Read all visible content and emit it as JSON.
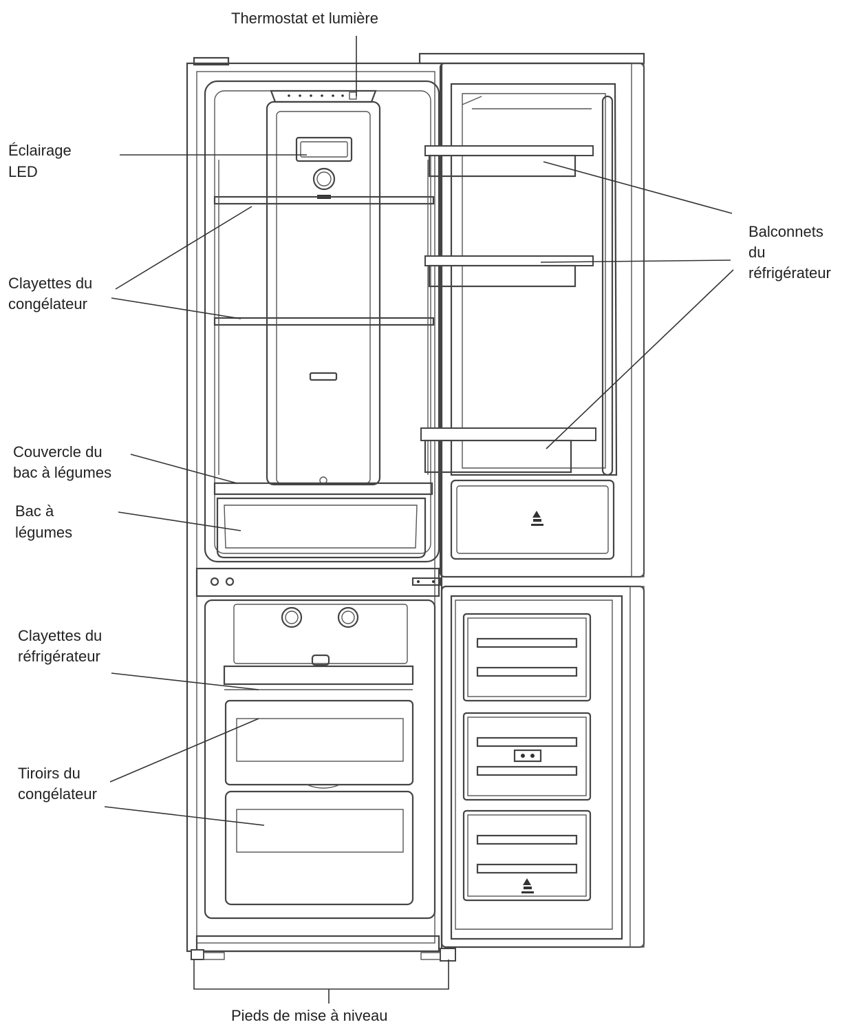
{
  "labels": {
    "thermostat": "Thermostat et lumière",
    "led": [
      "Éclairage",
      "LED"
    ],
    "freezer_shelves": [
      "Clayettes du",
      "congélateur"
    ],
    "crisper_cover": [
      "Couvercle du",
      "bac à légumes"
    ],
    "crisper": [
      "Bac à",
      "légumes"
    ],
    "fridge_shelves": [
      "Clayettes du",
      "réfrigérateur"
    ],
    "freezer_drawers": [
      "Tiroirs du",
      "congélateur"
    ],
    "door_balconies": [
      "Balconnets",
      "du",
      "réfrigérateur"
    ],
    "leveling_feet": "Pieds de mise à niveau"
  },
  "colors": {
    "line": "#333333",
    "text": "#222222",
    "background": "#ffffff"
  }
}
